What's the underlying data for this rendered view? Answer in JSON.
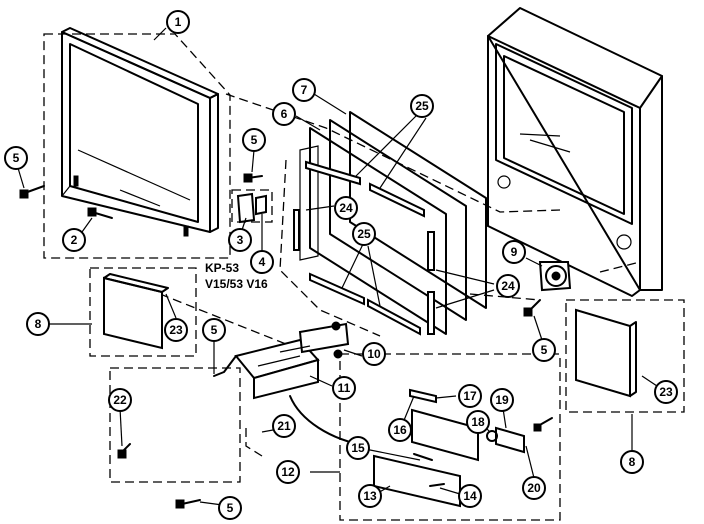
{
  "model_note": {
    "line1": "KP-53",
    "line2": "V15/53 V16"
  },
  "callouts": {
    "c1": "1",
    "c2": "2",
    "c3": "3",
    "c4": "4",
    "c5a": "5",
    "c5b": "5",
    "c5c": "5",
    "c5d": "5",
    "c5e": "5",
    "c6": "6",
    "c7": "7",
    "c8a": "8",
    "c8b": "8",
    "c9": "9",
    "c10": "10",
    "c11": "11",
    "c12": "12",
    "c13": "13",
    "c14": "14",
    "c15": "15",
    "c16": "16",
    "c17": "17",
    "c18": "18",
    "c19": "19",
    "c20": "20",
    "c21": "21",
    "c22": "22",
    "c23a": "23",
    "c23b": "23",
    "c24a": "24",
    "c24b": "24",
    "c25a": "25",
    "c25b": "25"
  }
}
